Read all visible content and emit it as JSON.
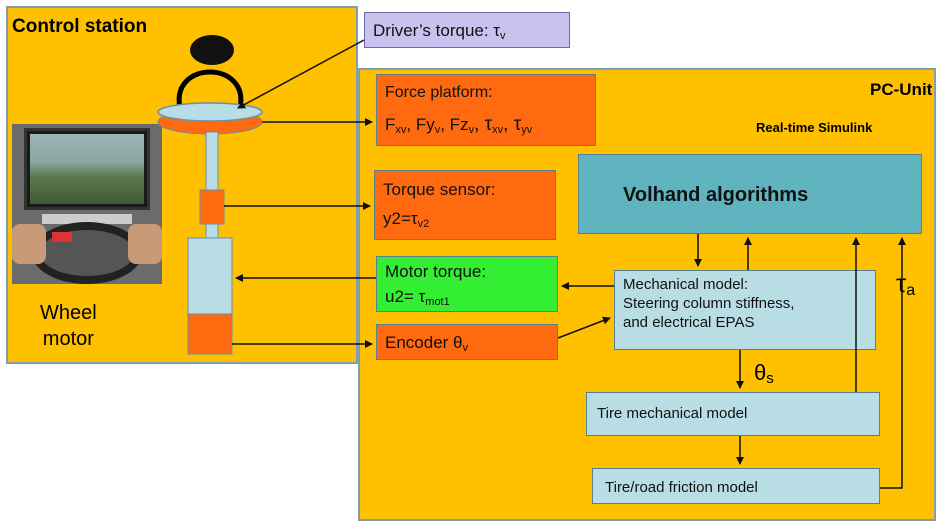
{
  "control_station": {
    "title": "Control station",
    "wheel_motor_label": "Wheel\nmotor"
  },
  "driver_torque": {
    "text": "Driver’s torque: τ",
    "sub": "v"
  },
  "pc_unit": {
    "title": "PC-Unit",
    "subtitle": "Real-time Simulink"
  },
  "force_platform": {
    "title": "Force platform:",
    "line2": [
      "F",
      "xv",
      ", Fy",
      "v",
      ", Fz",
      "v",
      ",  τ",
      "xv",
      ", τ",
      "yv"
    ]
  },
  "torque_sensor": {
    "title": "Torque sensor:",
    "eq": "y2=τ",
    "sub": "v2"
  },
  "motor_torque": {
    "title": "Motor torque:",
    "eq": "u2= τ",
    "sub": "mot1"
  },
  "encoder": {
    "text": "Encoder  θ",
    "sub": "v"
  },
  "volhand": {
    "title": "Volhand algorithms"
  },
  "mechanical_model": {
    "line1": "Mechanical model:",
    "line2": "Steering column stiffness,",
    "line3": "and electrical EPAS"
  },
  "theta_s": {
    "sym": "θ",
    "sub": "s"
  },
  "tau_a": {
    "sym": "τ",
    "sub": "a"
  },
  "tire_mech": {
    "title": "Tire mechanical model"
  },
  "tire_road": {
    "title": "Tire/road friction model"
  },
  "colors": {
    "panel": "#ffc000",
    "orange": "#ff6a10",
    "green": "#33ee33",
    "light_blue": "#b9dde5",
    "teal": "#5fb4c0",
    "purple": "#c7c2ee"
  }
}
